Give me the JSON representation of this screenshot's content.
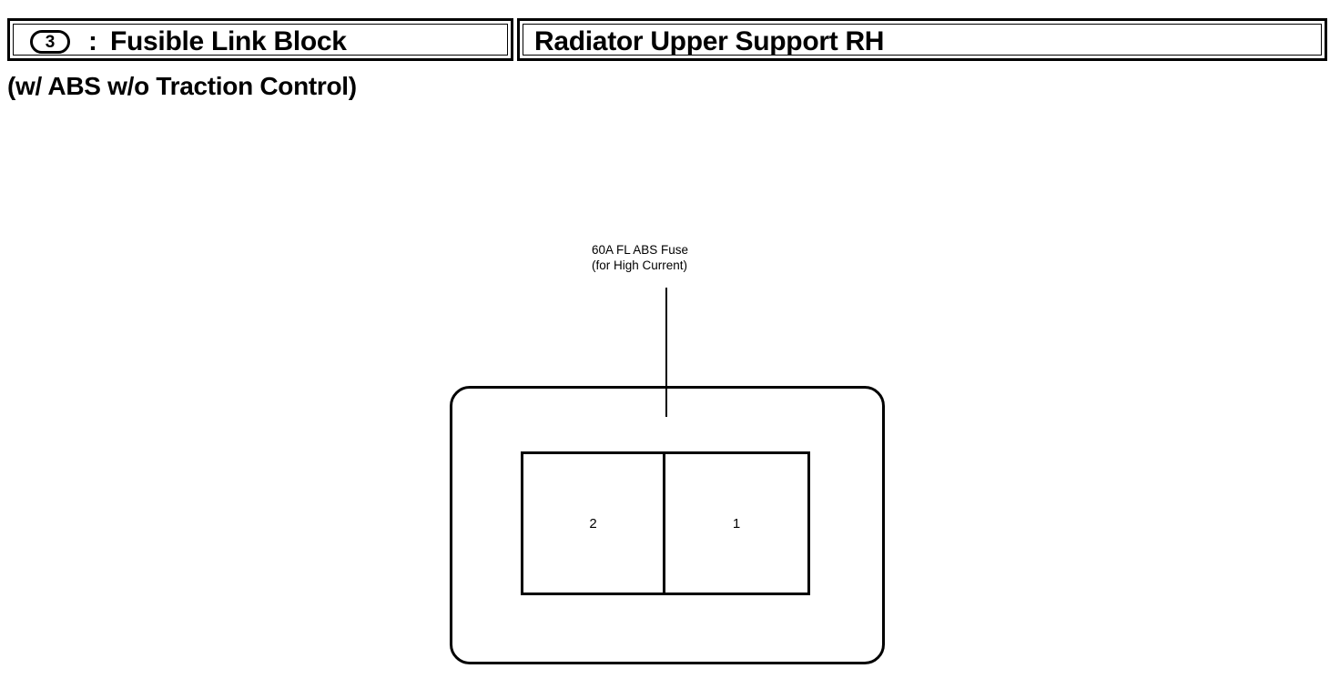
{
  "legend": {
    "reference_marker": "3",
    "colon": ":",
    "left_title": "Fusible Link Block",
    "right_title": "Radiator Upper Support RH"
  },
  "subtitle": "(w/ ABS w/o Traction Control)",
  "diagram": {
    "callout": {
      "line1": "60A FL ABS Fuse",
      "line2": "(for High Current)"
    },
    "fuse_cells": [
      {
        "number": "2"
      },
      {
        "number": "1"
      }
    ]
  },
  "colors": {
    "ink": "#000000",
    "background": "#ffffff"
  }
}
